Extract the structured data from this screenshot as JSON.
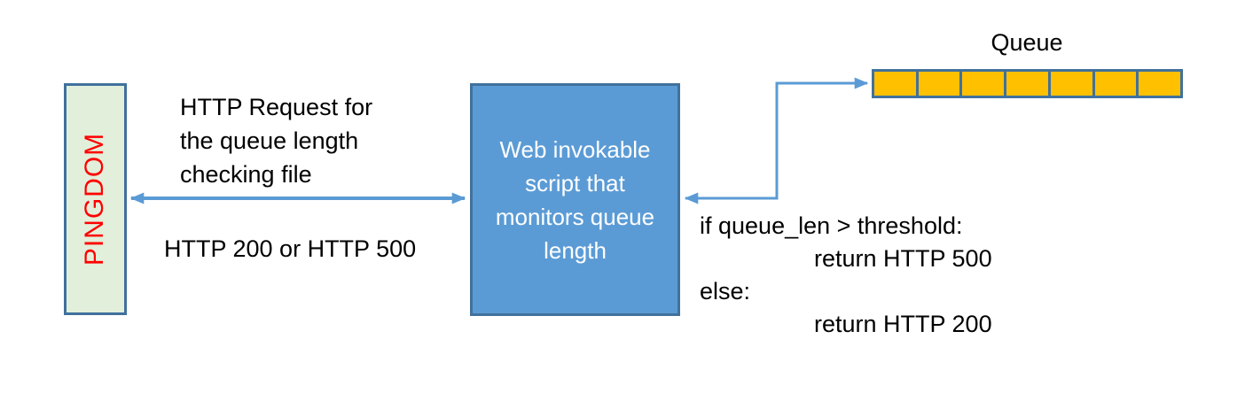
{
  "colors": {
    "accent_blue": "#5B9BD5",
    "border_blue": "#41719C",
    "pingdom_green": "#E2EFDA",
    "pingdom_red": "#FF0000",
    "queue_orange": "#FFC000",
    "text_black": "#000000"
  },
  "pingdom": {
    "label": "PINGDOM"
  },
  "request_label": {
    "lines": [
      "HTTP Request for",
      "the queue length",
      "checking file"
    ]
  },
  "response_label": "HTTP 200 or HTTP 500",
  "script_box": {
    "lines": [
      "Web invokable",
      "script that",
      "monitors queue",
      "length"
    ]
  },
  "queue": {
    "title": "Queue",
    "cell_count": 7
  },
  "pseudocode": {
    "lines": [
      "if queue_len > threshold:",
      "return HTTP 500",
      "else:",
      "return HTTP 200"
    ]
  }
}
